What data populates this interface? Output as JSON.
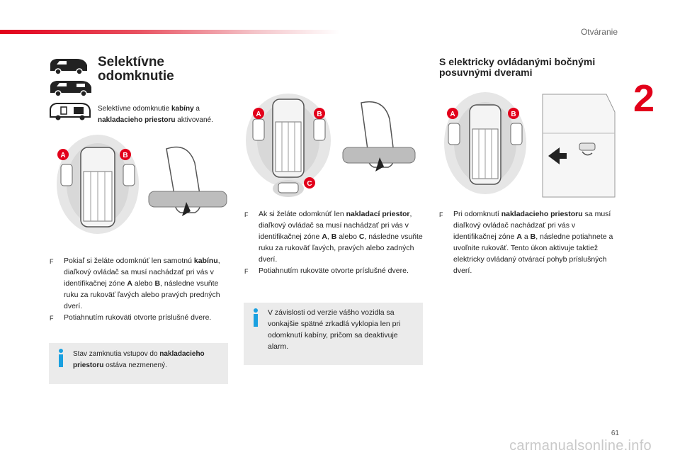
{
  "header": {
    "section_title": "Otváranie",
    "chapter_number": "2",
    "page_number": "61"
  },
  "left": {
    "heading": "Selektívne odomknutie",
    "intro": [
      {
        "t": "Selektívne odomknutie ",
        "b": false
      },
      {
        "t": "kabíny",
        "b": true
      },
      {
        "t": " a ",
        "b": false
      },
      {
        "t": "nakladacieho priestoru",
        "b": true
      },
      {
        "t": " aktivované.",
        "b": false
      }
    ],
    "bullets": [
      [
        {
          "t": "Pokiaľ si želáte odomknúť len samotnú ",
          "b": false
        },
        {
          "t": "kabínu",
          "b": true
        },
        {
          "t": ", diaľkový ovládač sa musí nachádzať pri vás v identifikačnej zóne ",
          "b": false
        },
        {
          "t": "A",
          "b": true
        },
        {
          "t": " alebo ",
          "b": false
        },
        {
          "t": "B",
          "b": true
        },
        {
          "t": ", následne vsuňte ruku za rukoväť ľavých alebo pravých predných dverí.",
          "b": false
        }
      ],
      [
        {
          "t": "Potiahnutím rukoväti otvorte príslušné dvere.",
          "b": false
        }
      ]
    ],
    "info": [
      {
        "t": "Stav zamknutia vstupov do ",
        "b": false
      },
      {
        "t": "nakladacieho priestoru",
        "b": true
      },
      {
        "t": " ostáva nezmenený.",
        "b": false
      }
    ]
  },
  "middle": {
    "bullets": [
      [
        {
          "t": "Ak si želáte odomknúť len ",
          "b": false
        },
        {
          "t": "nakladací priestor",
          "b": true
        },
        {
          "t": ", diaľkový ovládač sa musí nachádzať pri vás v identifikačnej zóne ",
          "b": false
        },
        {
          "t": "A",
          "b": true
        },
        {
          "t": ", ",
          "b": false
        },
        {
          "t": "B",
          "b": true
        },
        {
          "t": " alebo ",
          "b": false
        },
        {
          "t": "C",
          "b": true
        },
        {
          "t": ", následne vsuňte ruku za rukoväť ľavých, pravých alebo zadných dverí.",
          "b": false
        }
      ],
      [
        {
          "t": "Potiahnutím rukoväte otvorte príslušné dvere.",
          "b": false
        }
      ]
    ],
    "info": [
      {
        "t": "V závislosti od verzie vášho vozidla sa vonkajšie spätné zrkadlá vyklopia len pri odomknutí kabíny, pričom sa deaktivuje alarm.",
        "b": false
      }
    ]
  },
  "right": {
    "heading": "S elektricky ovládanými bočnými posuvnými dverami",
    "bullets": [
      [
        {
          "t": "Pri odomknutí ",
          "b": false
        },
        {
          "t": "nakladacieho priestoru",
          "b": true
        },
        {
          "t": " sa musí diaľkový ovládač nachádzať pri vás v identifikačnej zóne ",
          "b": false
        },
        {
          "t": "A",
          "b": true
        },
        {
          "t": " a ",
          "b": false
        },
        {
          "t": "B",
          "b": true
        },
        {
          "t": ", následne potiahnete a uvoľnite rukoväť. Tento úkon aktivuje taktiež elektricky ovládaný otvárací pohyb príslušných dverí.",
          "b": false
        }
      ]
    ]
  },
  "zone_labels": {
    "a": "A",
    "b": "B",
    "c": "C"
  },
  "bullet_marker": "F",
  "icons": [
    "van-side-icon",
    "van-long-side-icon",
    "cargo-unlock-icon",
    "info-icon",
    "hand-icon"
  ],
  "colors": {
    "accent": "#e2001a",
    "info_icon": "#1aa0e0",
    "info_bg": "#ebebeb",
    "zone_label": "#e2001a"
  }
}
